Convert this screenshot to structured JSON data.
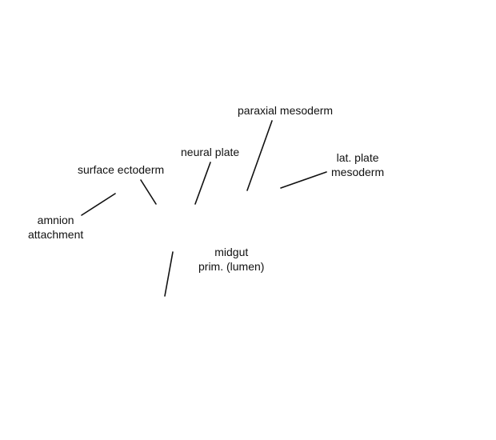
{
  "labels": {
    "paraxial_mesoderm": "paraxial mesoderm",
    "neural_plate": "neural plate",
    "surface_ectoderm": "surface ectoderm",
    "lat_plate_mesoderm": [
      "lat. plate",
      "mesoderm"
    ],
    "amnion_attachment": [
      "amnion",
      "attachment"
    ],
    "midgut": [
      "midgut",
      "prim. (lumen)"
    ]
  }
}
